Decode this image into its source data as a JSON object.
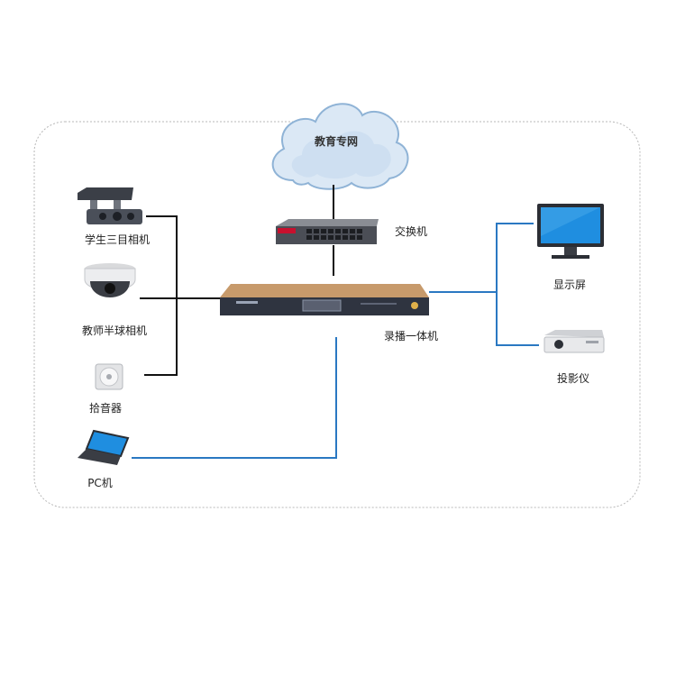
{
  "cloud": {
    "label": "教育专网"
  },
  "switch": {
    "label": "交换机"
  },
  "recorder": {
    "label": "录播一体机"
  },
  "devices_left": [
    {
      "label": "学生三目相机"
    },
    {
      "label": "教师半球相机"
    },
    {
      "label": "拾音器"
    },
    {
      "label": "PC机"
    }
  ],
  "devices_right": [
    {
      "label": "显示屏"
    },
    {
      "label": "投影仪"
    }
  ],
  "colors": {
    "border": "#b8b8b8",
    "line_black": "#111111",
    "line_blue": "#2a78c2",
    "screen_blue": "#1f8ee0",
    "recorder_gold": "#b8865a",
    "recorder_dark": "#2f3440"
  }
}
